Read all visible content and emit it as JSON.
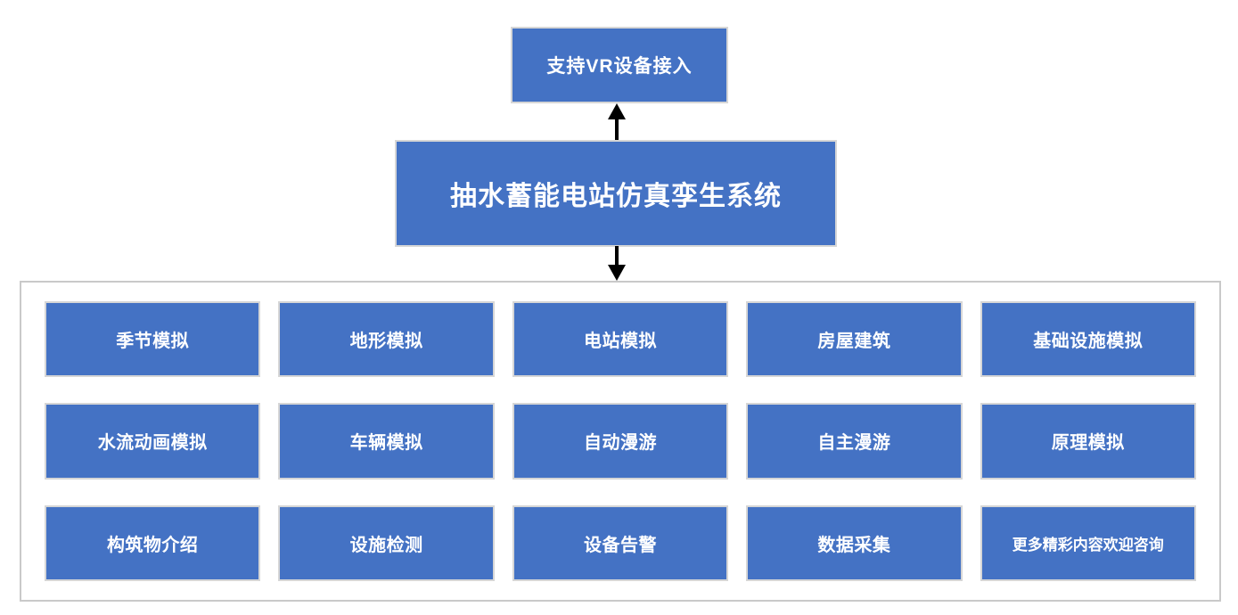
{
  "diagram": {
    "vr_box": {
      "label": "支持VR设备接入"
    },
    "main_box": {
      "label": "抽水蓄能电站仿真孪生系统"
    },
    "features": [
      [
        "季节模拟",
        "地形模拟",
        "电站模拟",
        "房屋建筑",
        "基础设施模拟"
      ],
      [
        "水流动画模拟",
        "车辆模拟",
        "自动漫游",
        "自主漫游",
        "原理模拟"
      ],
      [
        "构筑物介绍",
        "设施检测",
        "设备告警",
        "数据采集",
        "更多精彩内容欢迎咨询"
      ]
    ],
    "connectors": [
      {
        "name": "arrow-up",
        "direction": "up",
        "from": "main_box",
        "to": "vr_box"
      },
      {
        "name": "arrow-down",
        "direction": "down",
        "from": "main_box",
        "to": "features_container"
      }
    ],
    "colors": {
      "box_fill": "#4472C4",
      "box_border": "#D6D6D6",
      "container_border": "#C9C9C9",
      "arrow": "#000000",
      "box_text": "#FFFFFF",
      "canvas_bg": "#FFFFFF"
    }
  }
}
